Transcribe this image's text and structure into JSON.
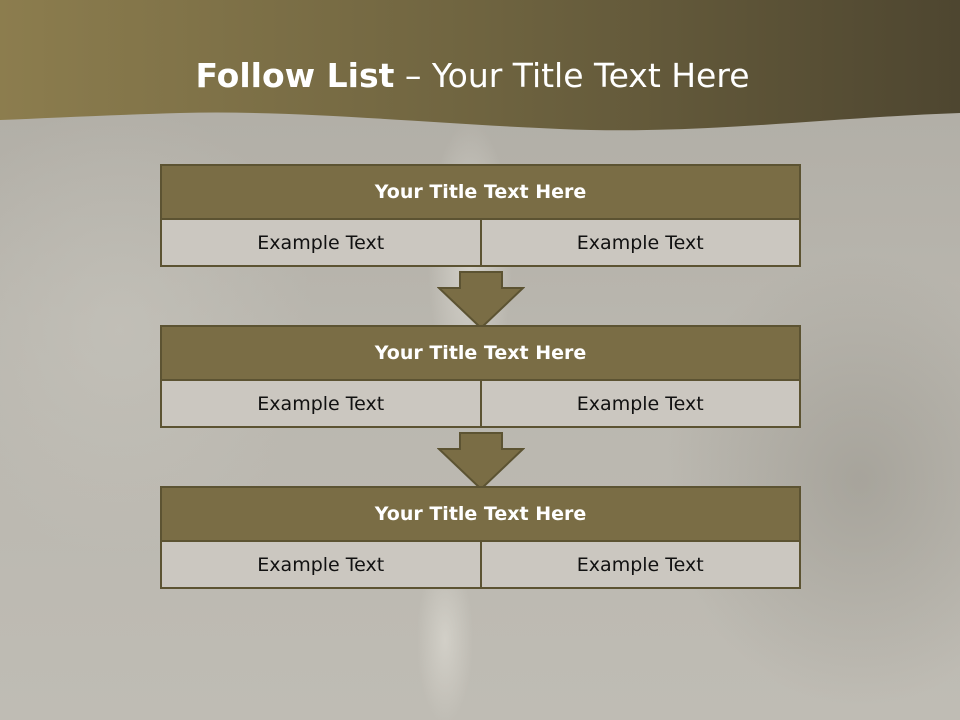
{
  "slide": {
    "title_bold": "Follow List",
    "title_rest": "– Your Title Text Here"
  },
  "colors": {
    "banner_dark": "#4e4630",
    "banner_light": "#8c7d4e",
    "block_header": "#7a6d45",
    "block_border": "#5c5332",
    "cell_fill": "#cbc7c0"
  },
  "steps": [
    {
      "title": "Your Title Text Here",
      "cells": [
        "Example Text",
        "Example Text"
      ]
    },
    {
      "title": "Your Title Text Here",
      "cells": [
        "Example Text",
        "Example Text"
      ]
    },
    {
      "title": "Your Title Text Here",
      "cells": [
        "Example Text",
        "Example Text"
      ]
    }
  ],
  "connectors": [
    "down-arrow-icon",
    "down-arrow-icon"
  ]
}
